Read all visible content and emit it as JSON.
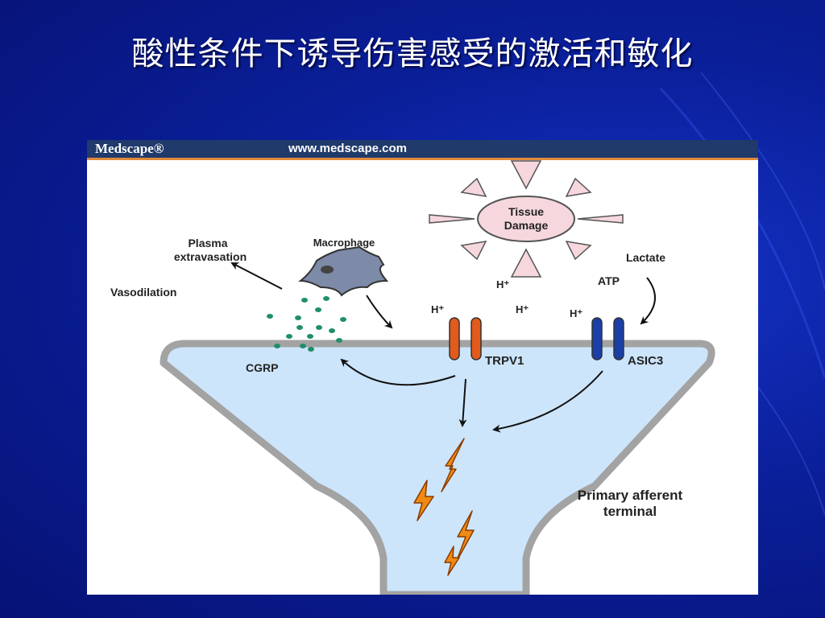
{
  "slide": {
    "title": "酸性条件下诱导伤害感受的激活和敏化"
  },
  "figure": {
    "brand": "Medscape®",
    "url": "www.medscape.com"
  },
  "diagram": {
    "tissue_damage_line1": "Tissue",
    "tissue_damage_line2": "Damage",
    "lactate": "Lactate",
    "atp": "ATP",
    "h_plus": "H⁺",
    "plasma_line1": "Plasma",
    "plasma_line2": "extravasation",
    "macrophage": "Macrophage",
    "vasodilation": "Vasodilation",
    "cgrp": "CGRP",
    "trpv1": "TRPV1",
    "asic3": "ASIC3",
    "terminal_line1": "Primary afferent",
    "terminal_line2": "terminal"
  },
  "colors": {
    "background": "#0a1f9a",
    "header": "#1f3a6b",
    "terminal_fill": "#cde5fb",
    "membrane": "#a3a3a3",
    "trpv1": "#e25a1c",
    "asic3": "#1a3fa8",
    "cgrp_dots": "#1f8f6a",
    "damage_fill": "#f6d7dd",
    "bolt": "#f08a12"
  }
}
